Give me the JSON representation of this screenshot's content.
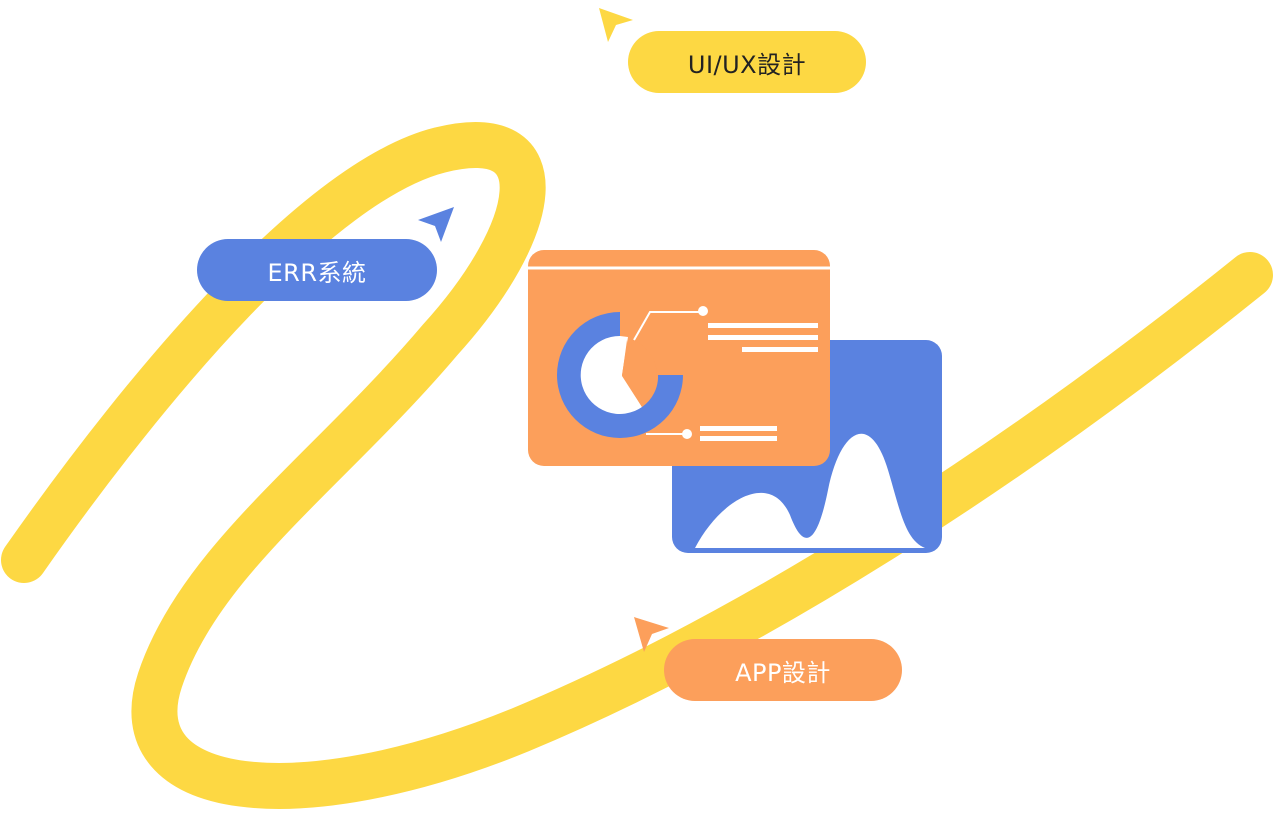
{
  "colors": {
    "yellow": "#fdd843",
    "blue": "#5a82e0",
    "orange": "#fc9f5b",
    "white": "#ffffff",
    "dark_text": "#222222"
  },
  "tags": {
    "uiux": {
      "label": "UI/UX設計",
      "color": "#fdd843",
      "icon": "cursor-arrow-icon"
    },
    "err": {
      "label": "ERR系統",
      "color": "#5a82e0",
      "icon": "cursor-arrow-icon"
    },
    "app": {
      "label": "APP設計",
      "color": "#fc9f5b",
      "icon": "cursor-arrow-icon"
    }
  },
  "illustration": {
    "front_window_icon": "donut-chart-icon",
    "back_window_icon": "area-chart-icon"
  }
}
